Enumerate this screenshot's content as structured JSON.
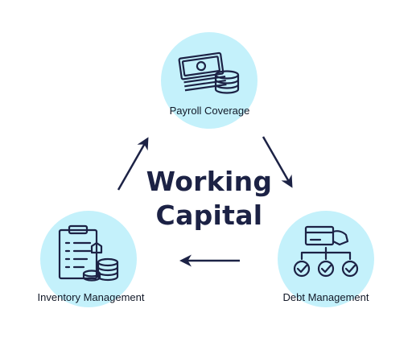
{
  "diagram": {
    "title_line1": "Working",
    "title_line2": "Capital",
    "nodes": [
      {
        "label": "Payroll Coverage",
        "icon": "cash-coins-icon"
      },
      {
        "label": "Debt Management",
        "icon": "card-hierarchy-checks-icon"
      },
      {
        "label": "Inventory Management",
        "icon": "clipboard-coins-icon"
      }
    ]
  },
  "colors": {
    "circle": "#c4f1fb",
    "ink": "#1c2245"
  }
}
